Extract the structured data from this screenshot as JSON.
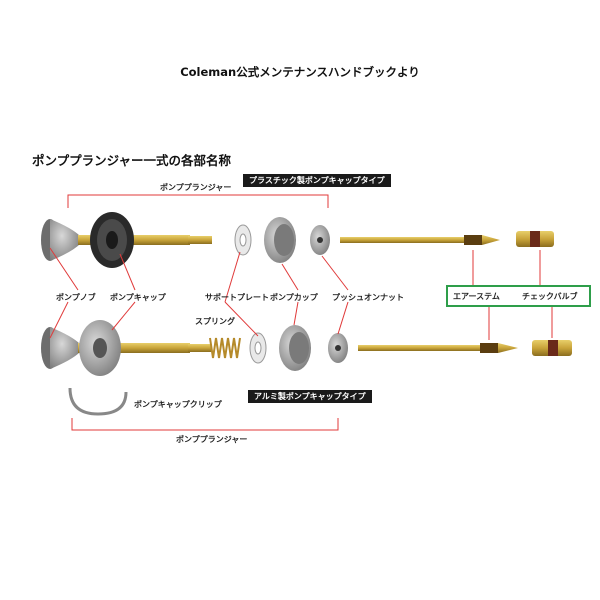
{
  "caption": "Coleman公式メンテナンスハンドブックより",
  "title": "ポンププランジャー一式の各部名称",
  "badges": {
    "plastic": "プラスチック製ポンプキャップタイプ",
    "aluminum": "アルミ製ポンプキャップタイプ"
  },
  "labels": {
    "plunger_top": "ポンププランジャー",
    "plunger_bottom": "ポンププランジャー",
    "pump_knob": "ポンプノブ",
    "pump_cap": "ポンプキャップ",
    "support_plate": "サポートプレート",
    "pump_cup": "ポンプカップ",
    "push_on_nut": "プッシュオンナット",
    "air_stem": "エアーステム",
    "check_valve": "チェックバルブ",
    "spring": "スプリング",
    "cap_clip": "ポンプキャップクリップ"
  },
  "colors": {
    "leader": "#e03a3a",
    "highlight": "#2e9e4a",
    "brass": "#c9a43a",
    "gray": "#8e8e8e"
  }
}
